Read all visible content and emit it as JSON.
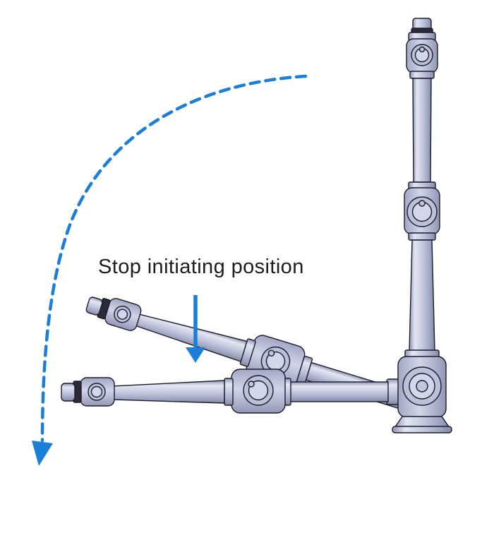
{
  "figure": {
    "annotation_label": "Stop initiating position"
  },
  "colors": {
    "arrow_blue": "#1b7ed7",
    "robot_body": "#c5c9df",
    "robot_shadow": "#8d92b0",
    "robot_highlight": "#e6e8f4",
    "robot_outline": "#1c1c2e",
    "dark_band": "#2a2a38",
    "background": "#ffffff",
    "label_text": "#1d1d1d"
  },
  "icons": {
    "rotation_arc": "dashed-curved-rotation-arrow",
    "pointer": "solid-down-arrow"
  }
}
